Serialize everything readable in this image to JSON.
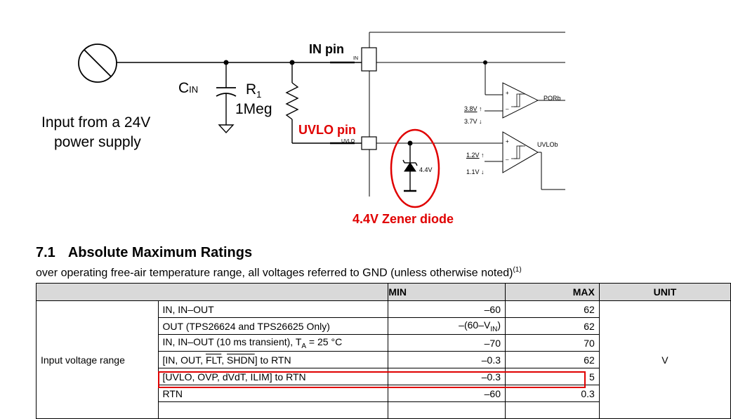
{
  "schematic": {
    "input_label_line1": "Input from a 24V",
    "input_label_line2": "power supply",
    "cap_label": "C",
    "cap_sub": "IN",
    "res_label": "R",
    "res_sub": "1",
    "res_value": "1Meg",
    "in_pin_label": "IN pin",
    "uvlo_pin_label": "UVLO pin",
    "in_pin_small": "IN",
    "uvlo_pin_small": "UVLO",
    "zener_value": "4.4V",
    "zener_label": "4.4V Zener diode",
    "por_high": "3.8V",
    "por_low": "3.7V",
    "por_output": "PORb",
    "uvlo_high": "1.2V",
    "uvlo_low": "1.1V",
    "uvlo_output": "UVLOb",
    "plus": "+",
    "minus": "–",
    "up_arrow": "↑",
    "down_arrow": "↓",
    "highlight_color": "#e00000"
  },
  "section": {
    "number": "7.1",
    "title": "Absolute Maximum Ratings",
    "subtitle": "over operating free-air temperature range, all voltages referred to GND (unless otherwise noted)",
    "footnote_ref": "(1)"
  },
  "table": {
    "headers": {
      "param": "",
      "min": "MIN",
      "max": "MAX",
      "unit": "UNIT"
    },
    "group_label": "Input voltage range",
    "unit": "V",
    "rows": [
      {
        "param": "IN, IN–OUT",
        "min": "–60",
        "max": "62"
      },
      {
        "param_prefix": "OUT (TPS26624 and TPS26625 Only)",
        "min_prefix": "–(60–V",
        "min_sub": "IN",
        "min_suffix": ")",
        "max": "62"
      },
      {
        "param_prefix": "IN, IN–OUT (10 ms transient), T",
        "param_sub": "A",
        "param_suffix": " = 25 °C",
        "min": "–70",
        "max": "70"
      },
      {
        "param_a": "[IN, OUT, ",
        "param_b": "FLT",
        "param_c": ", ",
        "param_d": "SHDN",
        "param_e": "] to RTN",
        "min": "–0.3",
        "max": "62"
      },
      {
        "param": "[UVLO, OVP, dVdT, ILIM] to RTN",
        "min": "–0.3",
        "max": "5"
      },
      {
        "param": "RTN",
        "min": "–60",
        "max": "0.3"
      }
    ]
  }
}
